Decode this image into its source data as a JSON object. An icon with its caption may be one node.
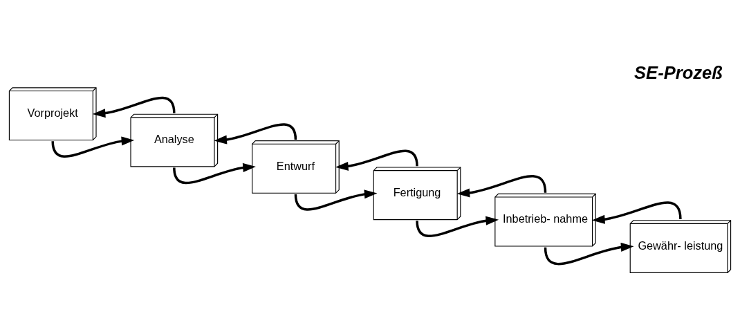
{
  "diagram": {
    "title": "SE-Prozeß",
    "nodes": [
      {
        "text": [
          "Vorprojekt"
        ]
      },
      {
        "text": [
          "Analyse"
        ]
      },
      {
        "text": [
          "Entwurf"
        ]
      },
      {
        "text": [
          "Fertigung"
        ]
      },
      {
        "text": [
          "Inbetrieb- nahme"
        ]
      },
      {
        "text": [
          "Gewähr- leistung"
        ]
      }
    ],
    "edges": [
      {
        "from": 0,
        "to": 1,
        "arrow": "to"
      },
      {
        "from": 1,
        "to": 0,
        "arrow": "to"
      },
      {
        "from": 1,
        "to": 2,
        "arrow": "to"
      },
      {
        "from": 2,
        "to": 1,
        "arrow": "to"
      },
      {
        "from": 2,
        "to": 3,
        "arrow": "to"
      },
      {
        "from": 3,
        "to": 2,
        "arrow": "to"
      },
      {
        "from": 3,
        "to": 4,
        "arrow": "to"
      },
      {
        "from": 4,
        "to": 3,
        "arrow": "to"
      },
      {
        "from": 4,
        "to": 5,
        "arrow": "to"
      },
      {
        "from": 5,
        "to": 4,
        "arrow": "to"
      }
    ]
  }
}
